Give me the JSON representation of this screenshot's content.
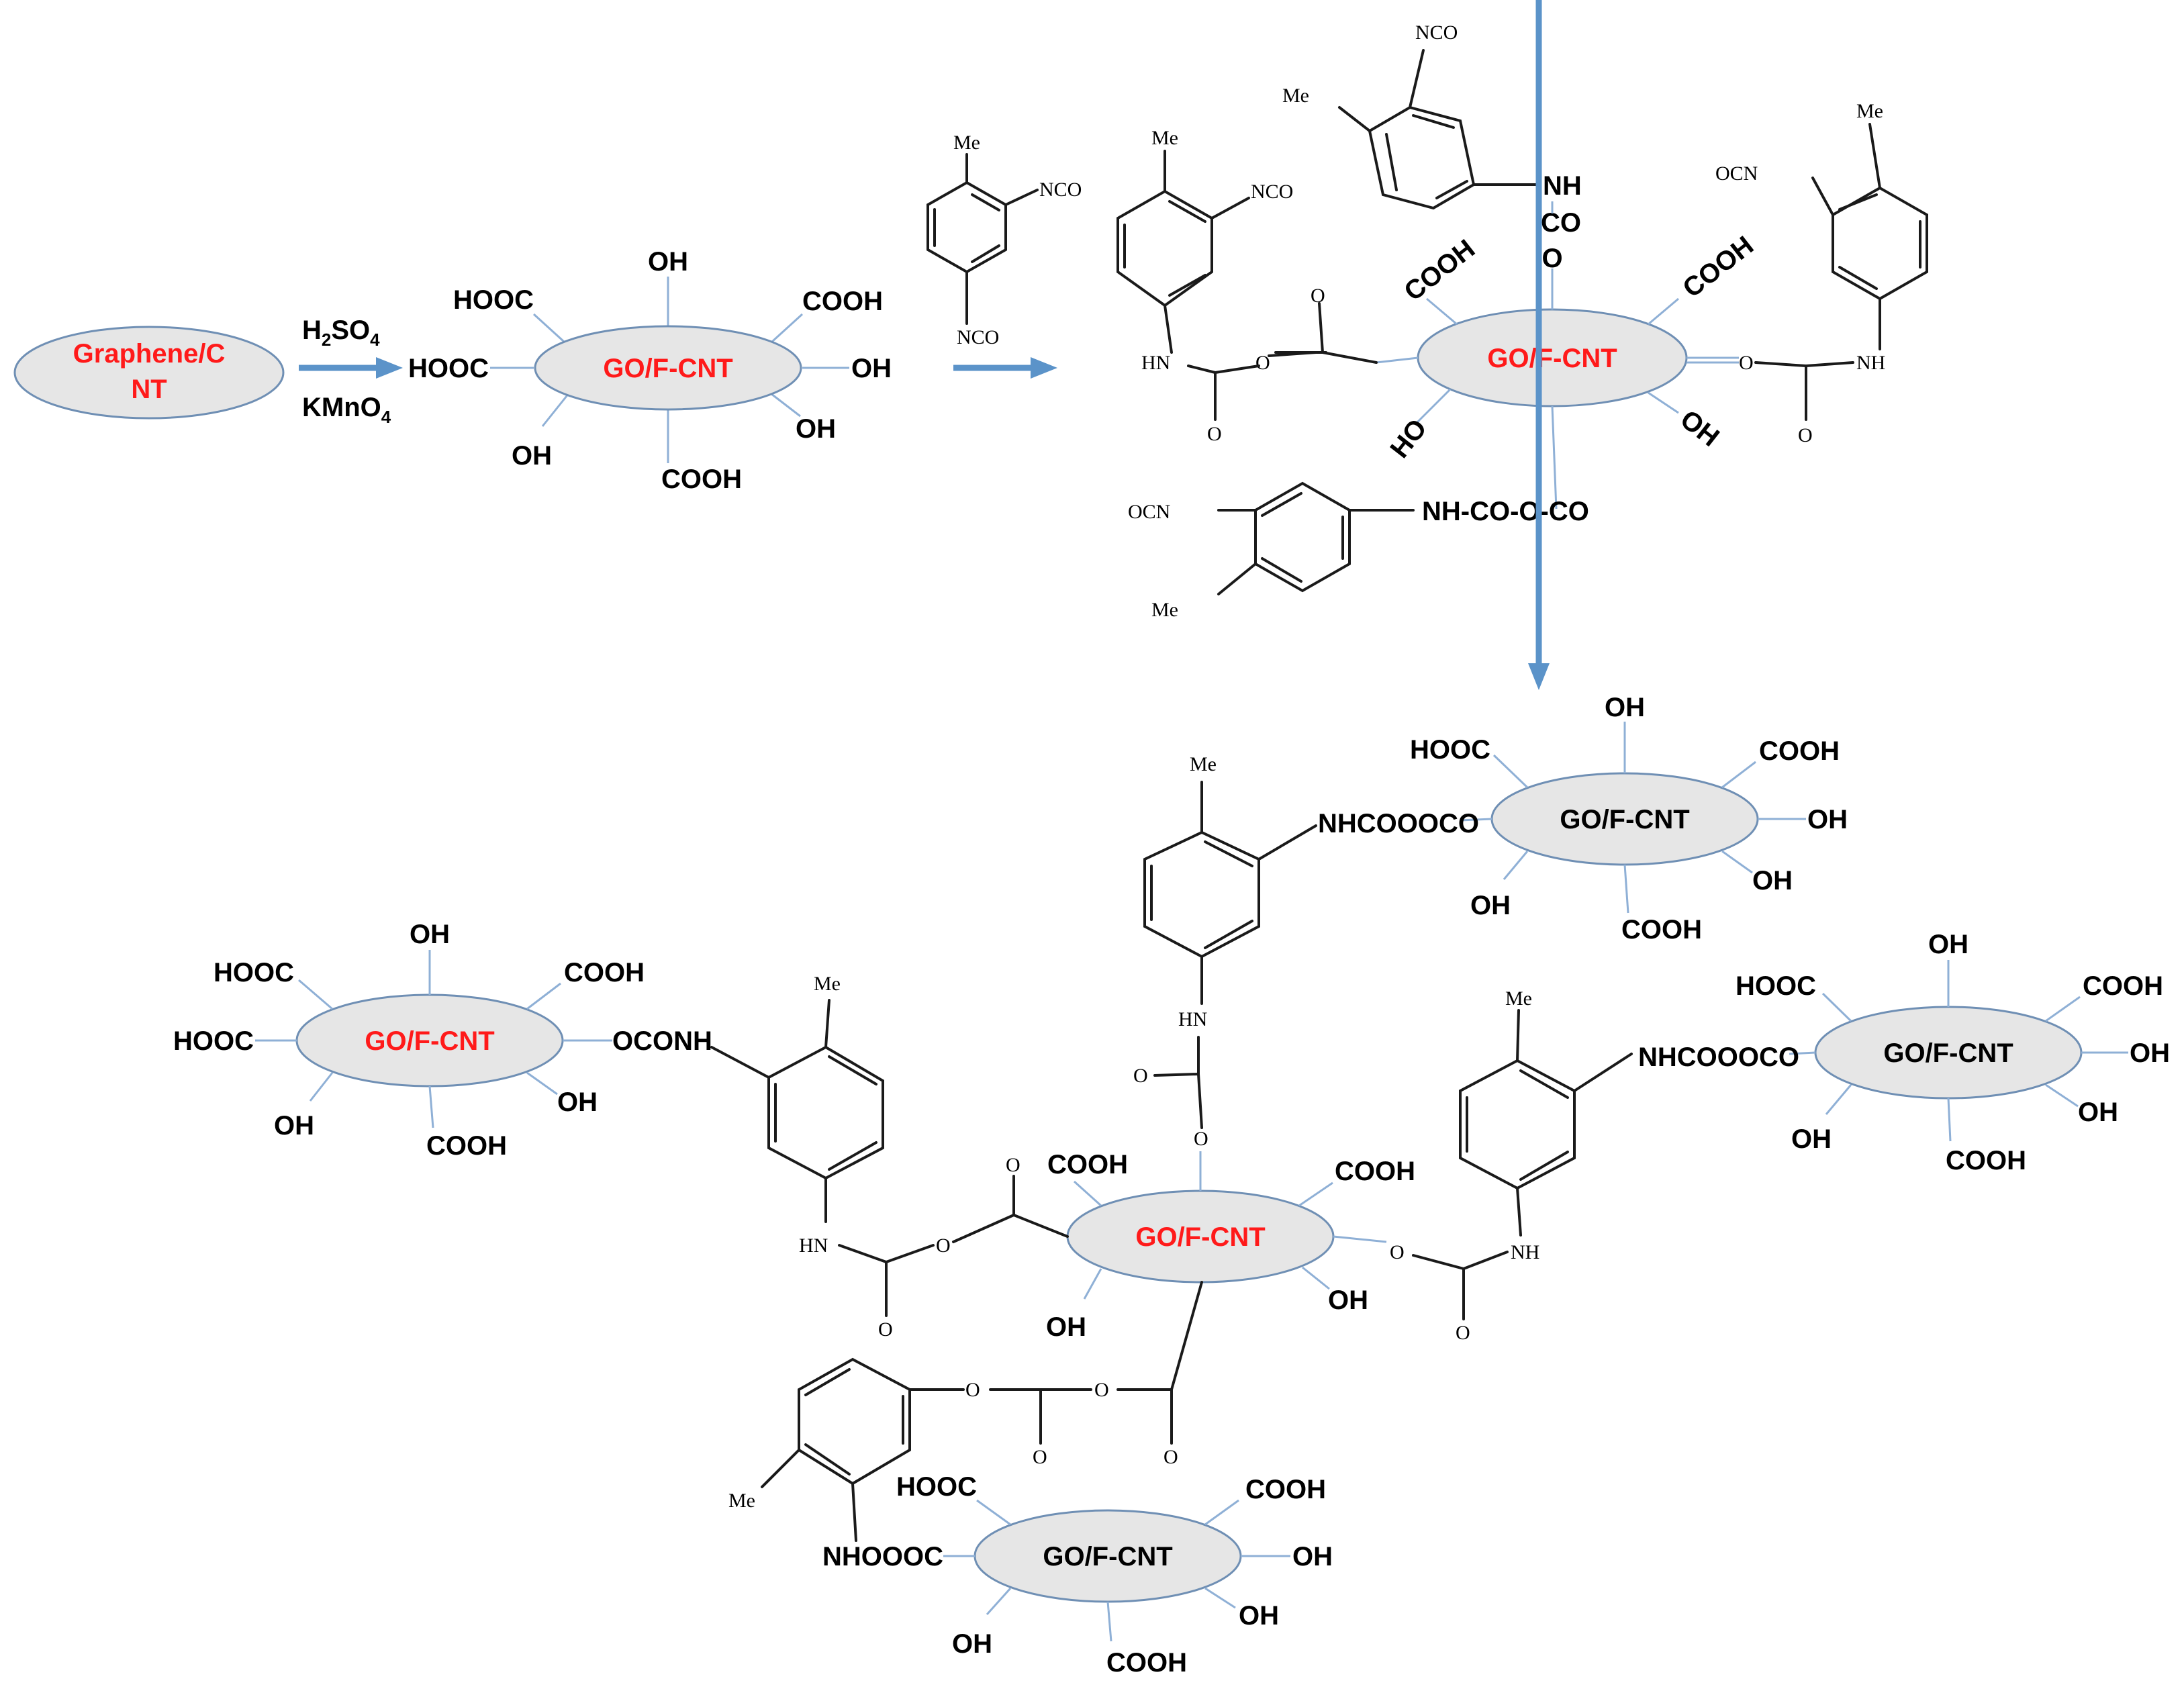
{
  "colors": {
    "core_red": "#ff1a1a",
    "core_black": "#000000",
    "arrow": "#5b93c9",
    "ellipse_fill": "#e6e6e6",
    "ellipse_stroke": "#6f8fb4"
  },
  "start": {
    "line1": "Graphene/C",
    "line2": "NT"
  },
  "reagents": {
    "r1": "H",
    "r1_sub": "2",
    "r1_b": "SO",
    "r1_sub2": "4",
    "r2": "KMnO",
    "r2_sub": "4"
  },
  "core_label": "GO/F-CNT",
  "groups": {
    "cooh": "COOH",
    "hooc": "HOOC",
    "oh": "OH",
    "ho": "HO",
    "nco": "NCO",
    "ocn": "OCN",
    "me": "Me",
    "nh": "NH",
    "hn": "HN",
    "o": "O",
    "co": "CO"
  },
  "links": {
    "nh_co_o_co": "NH-CO-O-CO",
    "nhcoooco": "NHCOOOCO",
    "oconh": "OCONH",
    "nhoooc": "NHOOOC"
  }
}
